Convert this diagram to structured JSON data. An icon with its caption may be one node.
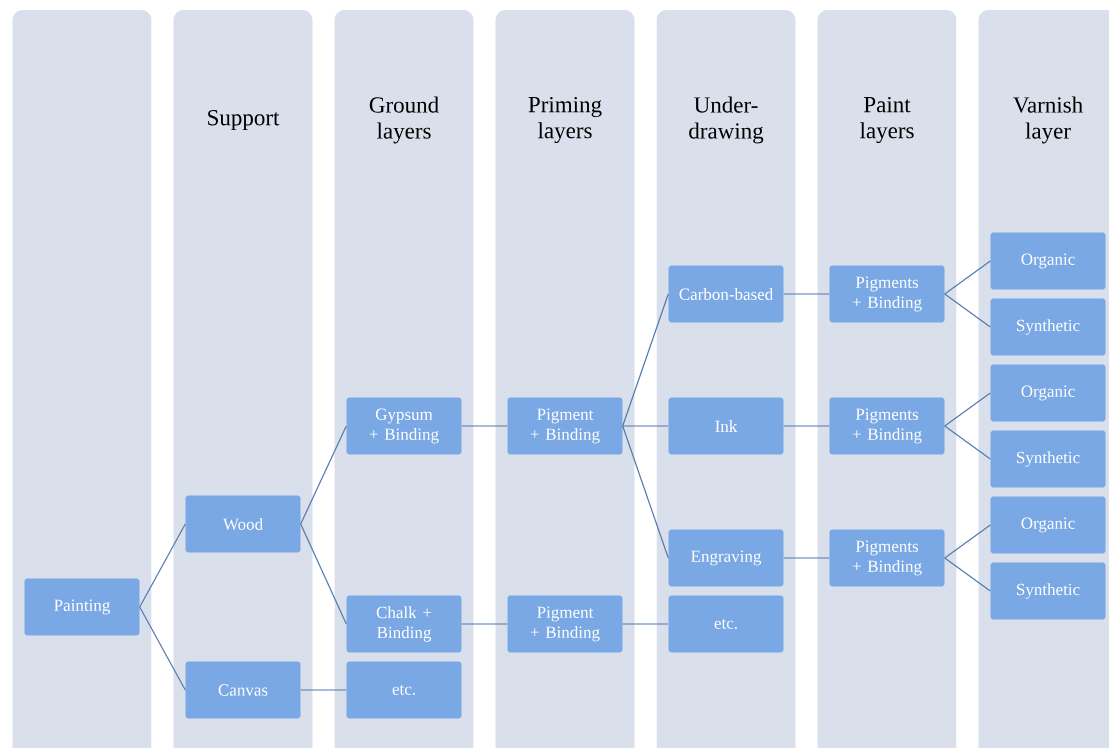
{
  "diagram": {
    "nodes": [
      {
        "text": [],
        "shape": "box"
      },
      {
        "text": [
          "Painting"
        ],
        "in": 0
      },
      {
        "text": [
          "Support"
        ]
      },
      {
        "text": [
          "Wood"
        ],
        "in": 2
      },
      {
        "text": [
          "Canvas"
        ],
        "in": 2
      },
      {
        "text": [
          "Ground layers"
        ]
      },
      {
        "text": [
          "Gypsum + Binding"
        ],
        "in": 5
      },
      {
        "text": [
          "Chalk + Binding"
        ],
        "in": 5
      },
      {
        "text": [
          "etc."
        ],
        "in": 5
      },
      {
        "text": [
          "Priming layers"
        ]
      },
      {
        "text": [
          "Pigment + Binding"
        ],
        "in": 9
      },
      {
        "text": [
          "Pigment + Binding"
        ],
        "in": 9
      },
      {
        "text": [
          "Under-drawing"
        ]
      },
      {
        "text": [
          "Carbon-based"
        ],
        "in": 12
      },
      {
        "text": [
          "Ink"
        ],
        "in": 12
      },
      {
        "text": [
          "Engraving"
        ],
        "in": 12
      },
      {
        "text": [
          "etc."
        ],
        "in": 12
      },
      {
        "text": [
          "Paint layers"
        ]
      },
      {
        "text": [
          "Pigments + Binding"
        ],
        "in": 17
      },
      {
        "text": [
          "Pigments + Binding"
        ],
        "in": 17
      },
      {
        "text": [
          "Pigments + Binding"
        ],
        "in": 17
      },
      {
        "text": [
          "Varnish layer"
        ]
      },
      {
        "text": [
          "Organic"
        ],
        "in": 21
      },
      {
        "text": [
          "Synthetic"
        ],
        "in": 21
      },
      {
        "text": [
          "Organic"
        ],
        "in": 21
      },
      {
        "text": [
          "Synthetic"
        ],
        "in": 21
      },
      {
        "text": [
          "Organic"
        ],
        "in": 21
      },
      {
        "text": [
          "Synthetic"
        ],
        "in": 21
      }
    ],
    "edges": [
      {
        "from": 1,
        "to": 3,
        "arrow": "none"
      },
      {
        "from": 1,
        "to": 4,
        "arrow": "none"
      },
      {
        "from": 3,
        "to": 6,
        "arrow": "none"
      },
      {
        "from": 3,
        "to": 7,
        "arrow": "none"
      },
      {
        "from": 4,
        "to": 8,
        "arrow": "none"
      },
      {
        "from": 6,
        "to": 10,
        "arrow": "none"
      },
      {
        "from": 7,
        "to": 11,
        "arrow": "none"
      },
      {
        "from": 10,
        "to": 13,
        "arrow": "none"
      },
      {
        "from": 10,
        "to": 14,
        "arrow": "none"
      },
      {
        "from": 10,
        "to": 15,
        "arrow": "none"
      },
      {
        "from": 11,
        "to": 16,
        "arrow": "none"
      },
      {
        "from": 13,
        "to": 18,
        "arrow": "none"
      },
      {
        "from": 14,
        "to": 19,
        "arrow": "none"
      },
      {
        "from": 15,
        "to": 20,
        "arrow": "none"
      },
      {
        "from": 18,
        "to": 22,
        "arrow": "none"
      },
      {
        "from": 18,
        "to": 23,
        "arrow": "none"
      },
      {
        "from": 19,
        "to": 24,
        "arrow": "none"
      },
      {
        "from": 19,
        "to": 25,
        "arrow": "none"
      },
      {
        "from": 20,
        "to": 26,
        "arrow": "none"
      },
      {
        "from": 20,
        "to": 27,
        "arrow": "none"
      }
    ]
  }
}
